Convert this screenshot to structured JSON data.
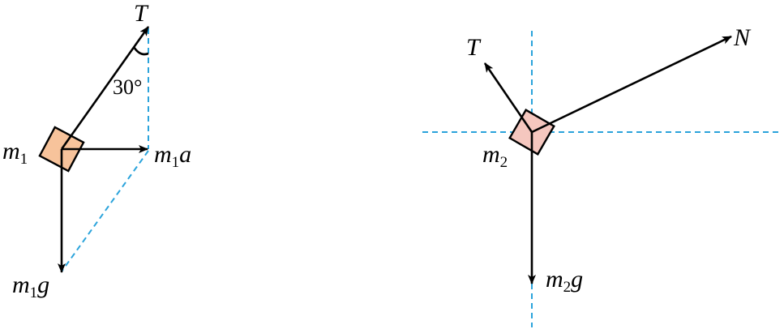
{
  "figure1": {
    "mass": "m",
    "mass_sub": "1",
    "tension": "T",
    "inertial_m": "m",
    "inertial_sub": "1",
    "inertial_a": "a",
    "gravity_m": "m",
    "gravity_sub": "1",
    "gravity_g": "g",
    "angle": "30°"
  },
  "figure2": {
    "mass": "m",
    "mass_sub": "2",
    "tension": "T",
    "normal": "N",
    "gravity_m": "m",
    "gravity_sub": "2",
    "gravity_g": "g"
  },
  "colors": {
    "block1": "#f7c39b",
    "block2": "#f5c7bf",
    "dashed": "#2aa3db",
    "arrow": "#000000"
  }
}
